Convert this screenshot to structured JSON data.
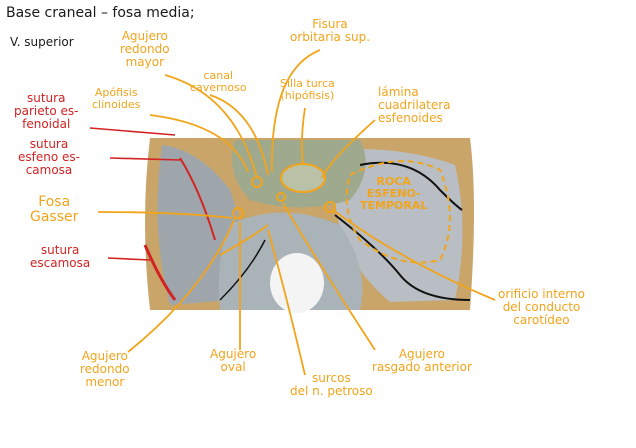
{
  "title": {
    "line1": "Base craneal – fosa media;",
    "line2": "V. superior"
  },
  "labels": {
    "agujero_redondo_mayor": "Agujero\nredondo\nmayor",
    "fisura_orbitaria": "Fisura\norbitaria sup.",
    "canal_cavernoso": "canal\ncavernoso",
    "silla_turca": "Silla turca\n(hipófisis)",
    "apofisis_clinoides": "Apófisis\nclinoides",
    "lamina_cuadrilatera": "lámina\ncuadrilatera\nesfenoides",
    "sutura_parieto": "sutura\nparieto es-\nfenoidal",
    "sutura_esfeno": "sutura\nesfeno es-\ncamosa",
    "fosa_gasser": "Fosa\nGasser",
    "sutura_escamosa": "sutura\nescamosa",
    "roca_esfeno_temporal": "ROCA\nESFENO-\nTEMPORAL",
    "orificio_carotideo": "orificio interno\ndel conducto\ncarotídeo",
    "agujero_redondo_menor": "Agujero\nredondo\nmenor",
    "agujero_oval": "Agujero\noval",
    "surcos_petroso": "surcos\ndel n. petroso",
    "agujero_rasgado": "Agujero\nrasgado anterior"
  },
  "colors": {
    "annotation_orange": "#f2a41b",
    "suture_red": "#d32222",
    "bone_tan": "#c9a56a",
    "fossa_grey": "#a9b1b6",
    "sphenoid_green": "#9fa98d"
  }
}
